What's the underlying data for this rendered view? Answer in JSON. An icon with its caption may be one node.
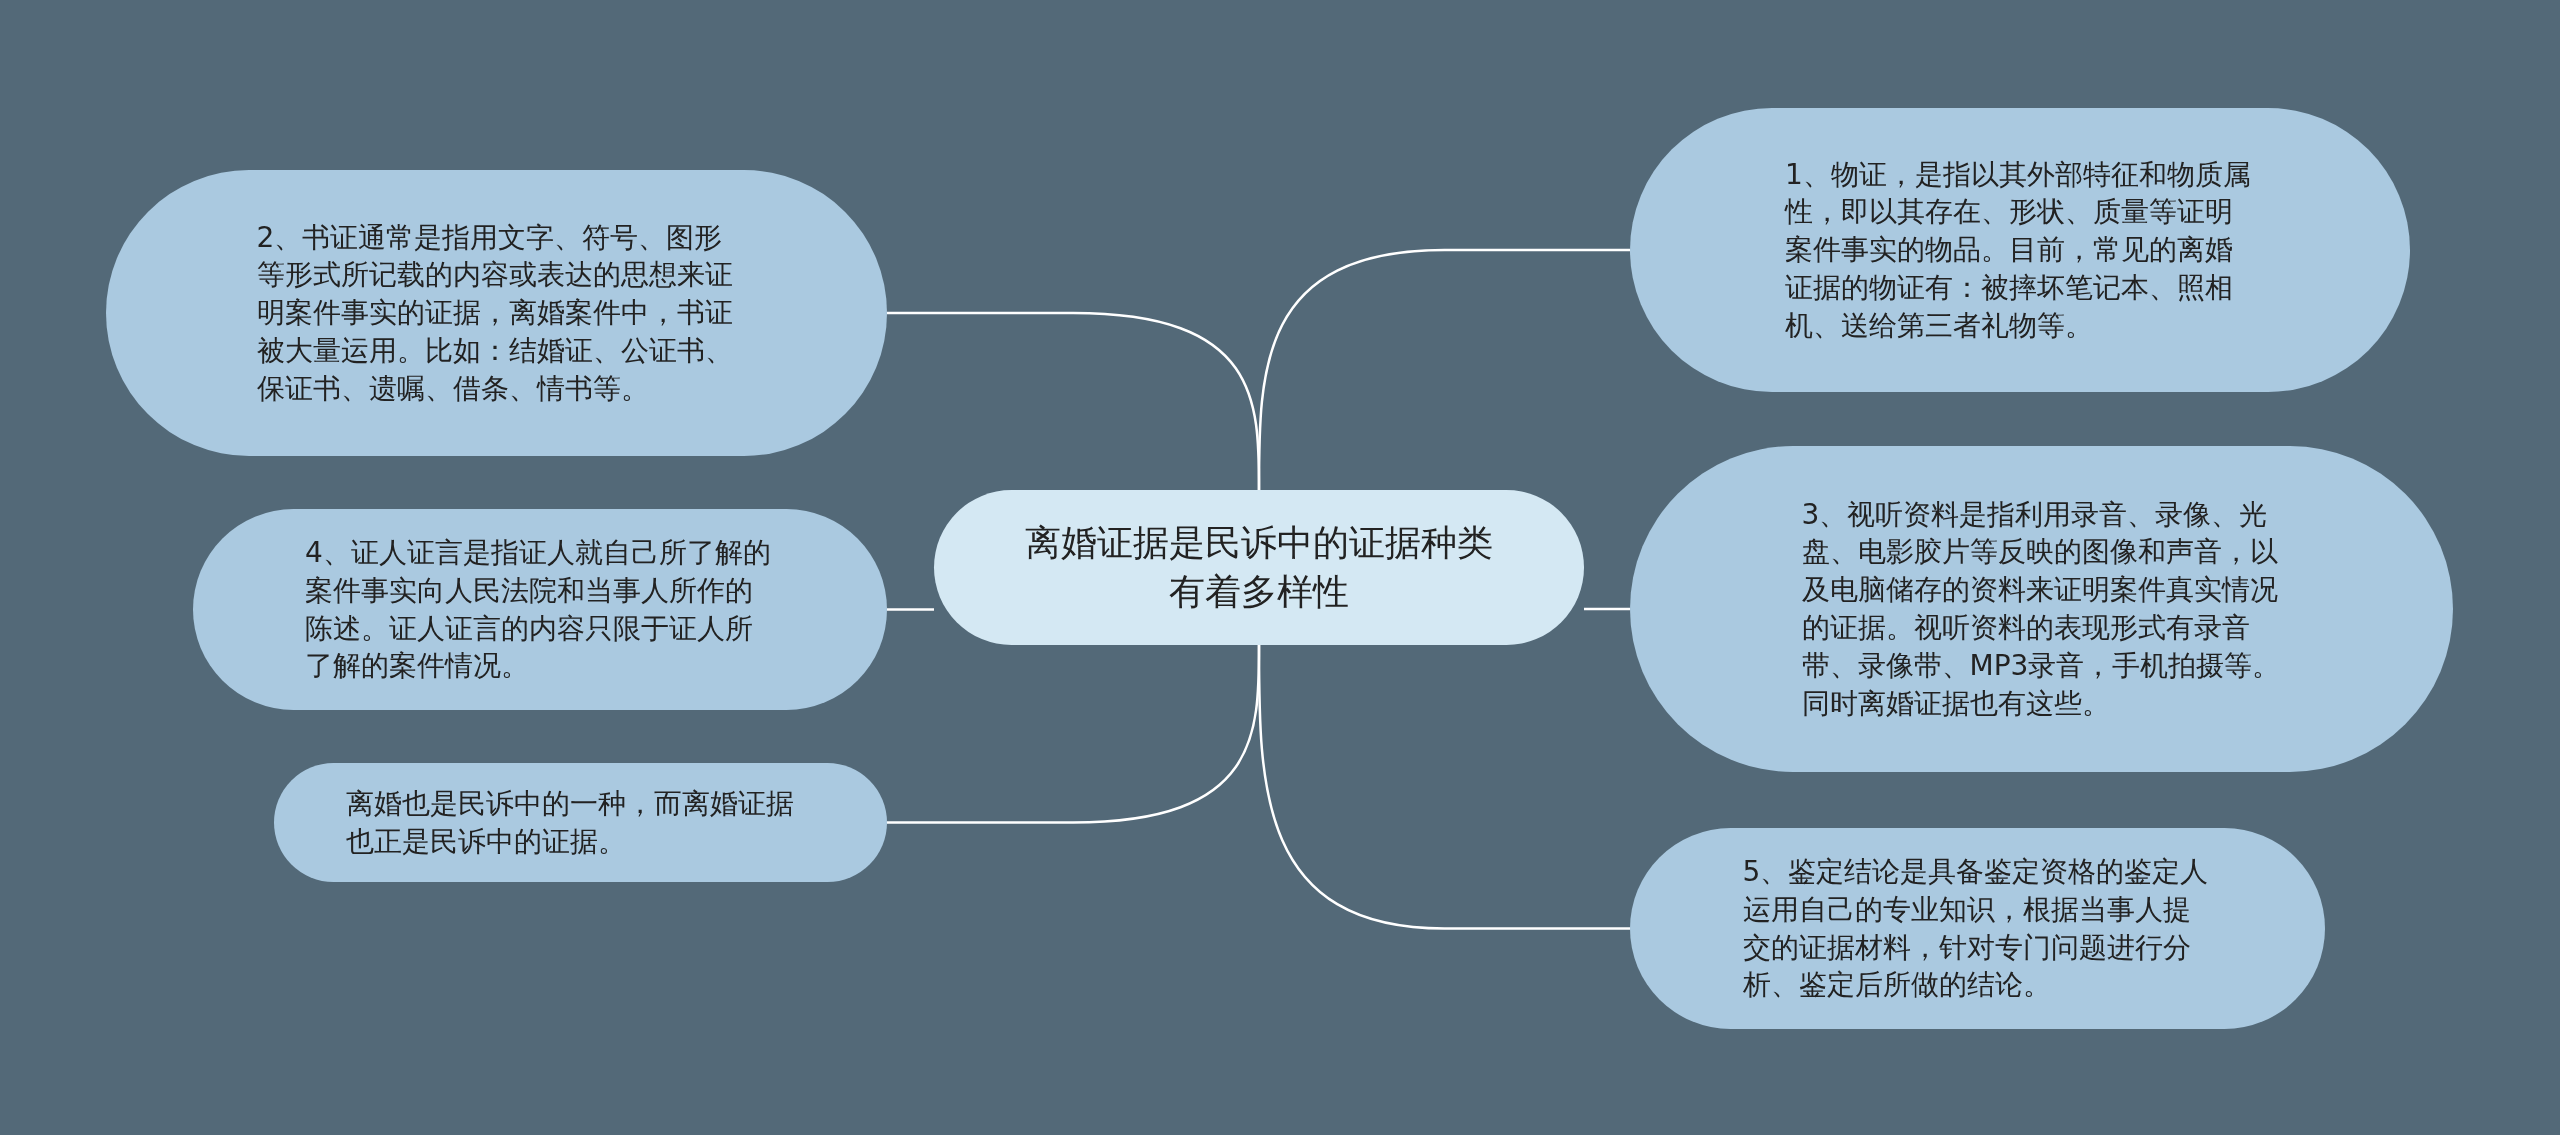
{
  "diagram": {
    "nodes": [
      {
        "text": [
          "离婚证据是民诉中的证据种类有着多样性"
        ]
      },
      {
        "text": [
          "1、物证，是指以其外部特征和物质属性，即以其存在、形状、质量等证明案件事实的物品。目前，常见的离婚证据的物证有：被摔坏笔记本、照相机、送给第三者礼物等。"
        ]
      },
      {
        "text": [
          "2、书证通常是指用文字、符号、图形等形式所记载的内容或表达的思想来证明案件事实的证据，离婚案件中，书证被大量运用。比如：结婚证、公证书、保证书、遗嘱、借条、情书等。"
        ]
      },
      {
        "text": [
          "3、视听资料是指利用录音、录像、光盘、电影胶片等反映的图像和声音，以及电脑储存的资料来证明案件真实情况的证据。视听资料的表现形式有录音带、录像带、MP3录音，手机拍摄等。同时离婚证据也有这些。"
        ]
      },
      {
        "text": [
          "4、证人证言是指证人就自己所了解的案件事实向人民法院和当事人所作的陈述。证人证言的内容只限于证人所了解的案件情况。"
        ]
      },
      {
        "text": [
          "5、鉴定结论是具备鉴定资格的鉴定人运用自己的专业知识，根据当事人提交的证据材料，针对专门问题进行分析、鉴定后所做的结论。"
        ]
      },
      {
        "text": [
          "离婚也是民诉中的一种，而离婚证据也正是民诉中的证据。"
        ]
      }
    ],
    "edges": [
      {
        "from": 0,
        "to": 1,
        "arrow": "none"
      },
      {
        "from": 0,
        "to": 2,
        "arrow": "none"
      },
      {
        "from": 0,
        "to": 3,
        "arrow": "none"
      },
      {
        "from": 0,
        "to": 4,
        "arrow": "none"
      },
      {
        "from": 0,
        "to": 5,
        "arrow": "none"
      },
      {
        "from": 0,
        "to": 6,
        "arrow": "none"
      }
    ]
  }
}
